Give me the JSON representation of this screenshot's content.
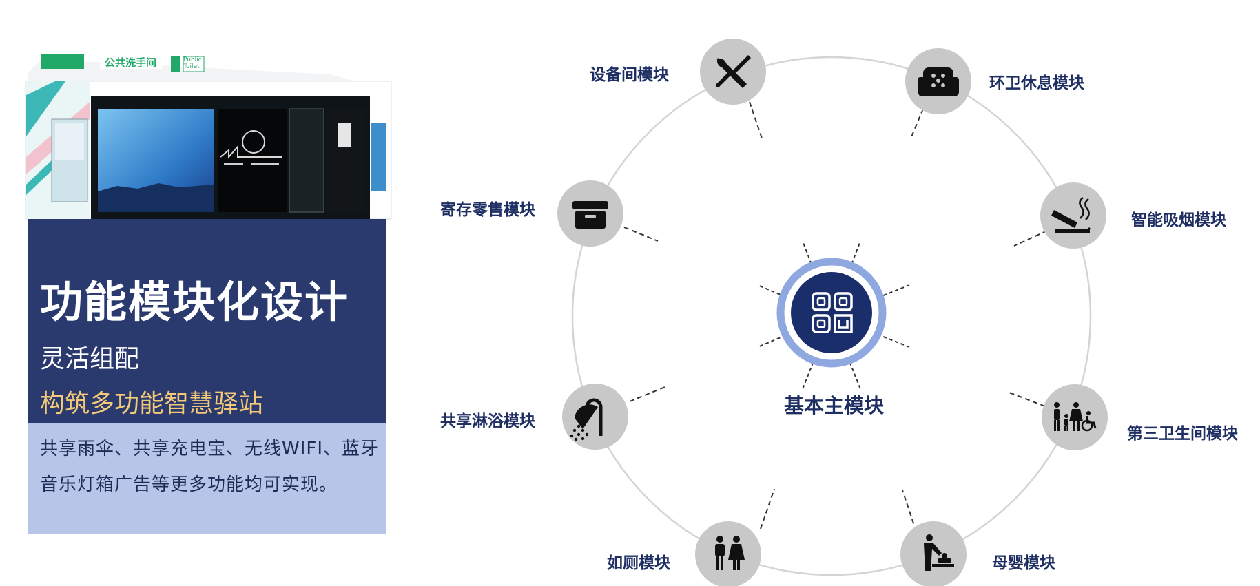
{
  "left": {
    "headline": "功能模块化设计",
    "sub1": "灵活组配",
    "sub2": "构筑多功能智慧驿站",
    "description": "共享雨伞、共享充电宝、无线WIFI、蓝牙音乐灯箱广告等更多功能均可实现。",
    "building_sign": "公共洗手间",
    "building_sign_en": "Public Toilet"
  },
  "diagram": {
    "center_label": "基本主模块",
    "center_icon": "modules-grid-icon",
    "modules": [
      {
        "label": "设备间模块",
        "icon": "tools-icon"
      },
      {
        "label": "环卫休息模块",
        "icon": "armchair-icon"
      },
      {
        "label": "寄存零售模块",
        "icon": "storage-box-icon"
      },
      {
        "label": "智能吸烟模块",
        "icon": "smoking-icon"
      },
      {
        "label": "共享淋浴模块",
        "icon": "shower-icon"
      },
      {
        "label": "第三卫生间模块",
        "icon": "family-accessible-icon"
      },
      {
        "label": "如厕模块",
        "icon": "restroom-icon"
      },
      {
        "label": "母婴模块",
        "icon": "baby-changing-icon"
      }
    ]
  },
  "colors": {
    "navy": "#2b3a6e",
    "light_blue": "#b7c6e8",
    "gold": "#f4c977",
    "text_navy": "#1f2f63",
    "icon_circle": "#c8c8c8",
    "ring": "#8fa8e0",
    "center_fill": "#1a2e6b"
  }
}
